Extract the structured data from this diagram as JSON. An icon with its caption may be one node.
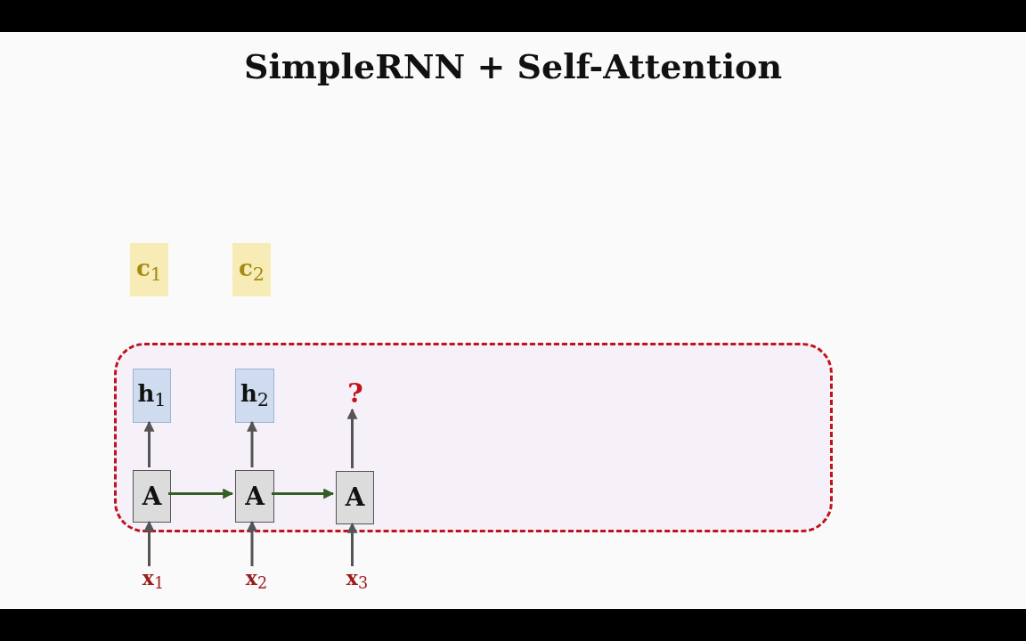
{
  "diagram": {
    "title": "SimpleRNN + Self-Attention",
    "nodes": [
      {
        "text": [
          "c$_{1}$"
        ]
      },
      {
        "text": [
          "c$_{2}$"
        ]
      },
      {
        "text": [],
        "shape": "box"
      },
      {
        "text": [
          "h$_{1}$"
        ],
        "in": 2
      },
      {
        "text": [
          "h$_{2}$"
        ],
        "in": 2
      },
      {
        "text": [
          "?"
        ],
        "in": 2
      },
      {
        "text": [
          "A"
        ],
        "in": 2
      },
      {
        "text": [
          "A"
        ],
        "in": 2
      },
      {
        "text": [
          "A"
        ],
        "in": 2
      },
      {
        "text": [
          "x$_{1}$"
        ]
      },
      {
        "text": [
          "x$_{2}$"
        ]
      },
      {
        "text": [
          "x$_{3}$"
        ]
      }
    ],
    "edges": [
      {
        "from": 9,
        "to": 6,
        "arrow": "to"
      },
      {
        "from": 10,
        "to": 7,
        "arrow": "to"
      },
      {
        "from": 11,
        "to": 8,
        "arrow": "to"
      },
      {
        "from": 6,
        "to": 3,
        "arrow": "to"
      },
      {
        "from": 7,
        "to": 4,
        "arrow": "to"
      },
      {
        "from": 8,
        "to": 5,
        "arrow": "to"
      },
      {
        "from": 6,
        "to": 7,
        "arrow": "to",
        "color": "#335e24"
      },
      {
        "from": 7,
        "to": 8,
        "arrow": "to",
        "color": "#335e24"
      }
    ]
  }
}
